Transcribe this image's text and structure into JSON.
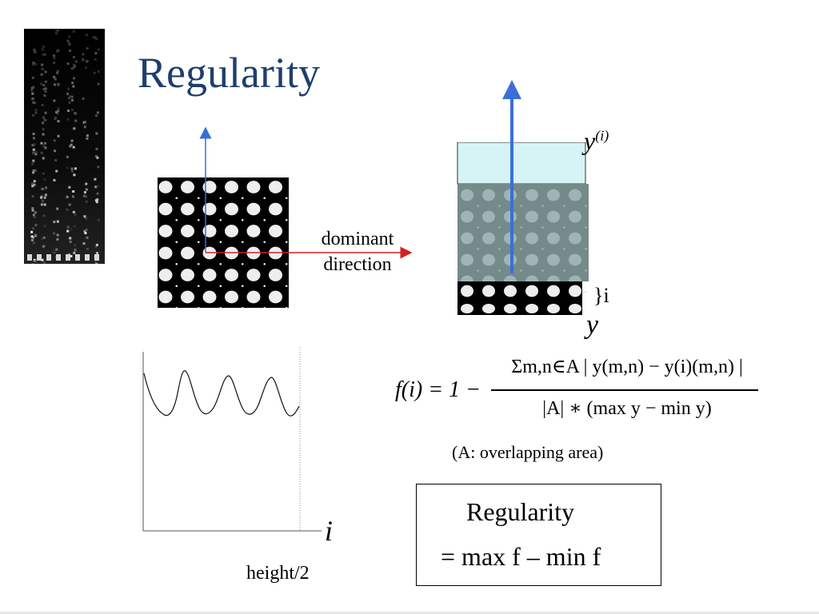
{
  "slide": {
    "title": "Regularity"
  },
  "pattern": {
    "dominant_label_line1": "dominant",
    "dominant_label_line2": "direction",
    "arrow_up_color": "#3a6fd8",
    "arrow_right_color": "#d42020"
  },
  "overlap_figure": {
    "top_label_base": "y",
    "top_label_sup": "(i)",
    "brace_label": "}i",
    "bottom_label": "y",
    "overlay_top_color": "#d6f3f5",
    "overlay_mid_color": "#8fa8a8",
    "arrow_color": "#3a6fd8"
  },
  "graph": {
    "axis_label": "i",
    "x_end_label": "height/2"
  },
  "formula": {
    "lhs": "f(i) = 1 −",
    "numerator": "Σm,n∈A | y(m,n) − y(i)(m,n) |",
    "denominator": "|A| ∗ (max y − min y)",
    "note": "(A: overlapping area)"
  },
  "regularity_box": {
    "line1": "Regularity",
    "line2": "= max f – min f"
  }
}
